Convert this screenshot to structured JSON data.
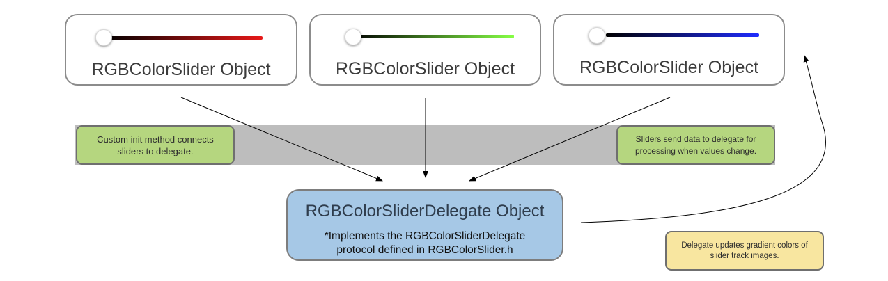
{
  "sliders": [
    {
      "label": "RGBColorSlider Object",
      "channel": "red",
      "track_color": "#ff2020",
      "track_gradient": [
        "#000000",
        "#ff2020"
      ],
      "value": 0.0
    },
    {
      "label": "RGBColorSlider Object",
      "channel": "green",
      "track_color": "#80ff40",
      "track_gradient": [
        "#000000",
        "#80ff40"
      ],
      "value": 0.0
    },
    {
      "label": "RGBColorSlider Object",
      "channel": "blue",
      "track_color": "#2030ff",
      "track_gradient": [
        "#000000",
        "#2030ff"
      ],
      "value": 0.0
    }
  ],
  "notes": {
    "init_note": "Custom init method connects\nsliders to delegate.",
    "send_note": "Sliders send data to delegate for\nprocessing when values change.",
    "update_note": "Delegate updates gradient colors of\nslider track images."
  },
  "delegate": {
    "title": "RGBColorSliderDelegate Object",
    "note": "*Implements the RGBColorSliderDelegate\nprotocol defined in RGBColorSlider.h"
  },
  "colors": {
    "band": "#bdbdbd",
    "green_note": "#b5d67f",
    "yellow_note": "#f8e6a0",
    "delegate_fill": "#a6c8e6",
    "box_border": "#8c8c8c",
    "arrow": "#000000"
  }
}
